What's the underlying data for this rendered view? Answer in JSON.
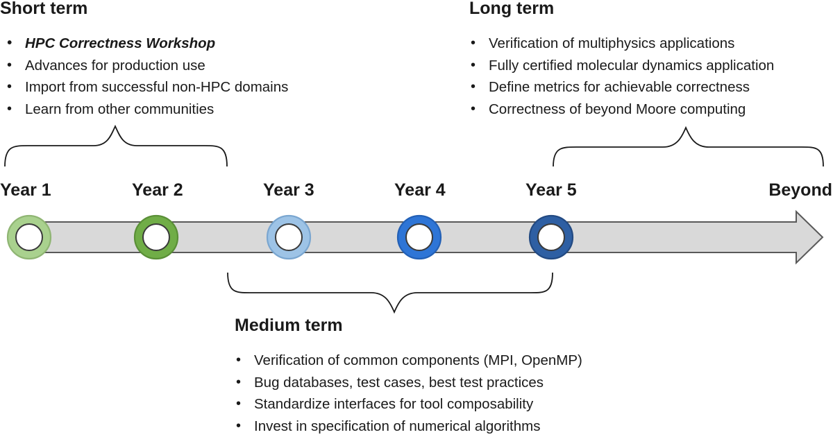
{
  "short_term": {
    "title": "Short term",
    "items": [
      {
        "text": "HPC Correctness Workshop",
        "emphasis": true
      },
      {
        "text": "Advances for production use"
      },
      {
        "text": "Import from successful non-HPC domains"
      },
      {
        "text": "Learn from other communities"
      }
    ]
  },
  "long_term": {
    "title": "Long term",
    "items": [
      {
        "text": "Verification of multiphysics applications"
      },
      {
        "text": "Fully certified molecular dynamics application"
      },
      {
        "text": "Define metrics for achievable correctness"
      },
      {
        "text": "Correctness of beyond Moore computing"
      }
    ]
  },
  "medium_term": {
    "title": "Medium term",
    "items": [
      {
        "text": "Verification of common components (MPI, OpenMP)"
      },
      {
        "text": "Bug databases, test cases, best test practices"
      },
      {
        "text": "Standardize interfaces for tool composability"
      },
      {
        "text": "Invest in specification of numerical algorithms"
      }
    ]
  },
  "timeline": {
    "years": [
      {
        "label": "Year 1",
        "color": "#a9d18e",
        "stroke": "#8fb573"
      },
      {
        "label": "Year 2",
        "color": "#70ad47",
        "stroke": "#5a8f37"
      },
      {
        "label": "Year 3",
        "color": "#9dc3e6",
        "stroke": "#7aa6d0"
      },
      {
        "label": "Year 4",
        "color": "#2e75d6",
        "stroke": "#2360b5"
      },
      {
        "label": "Year 5",
        "color": "#2e5fa3",
        "stroke": "#234a82"
      }
    ],
    "end_label": "Beyond",
    "arrow_fill": "#d9d9d9",
    "arrow_stroke": "#595959"
  }
}
